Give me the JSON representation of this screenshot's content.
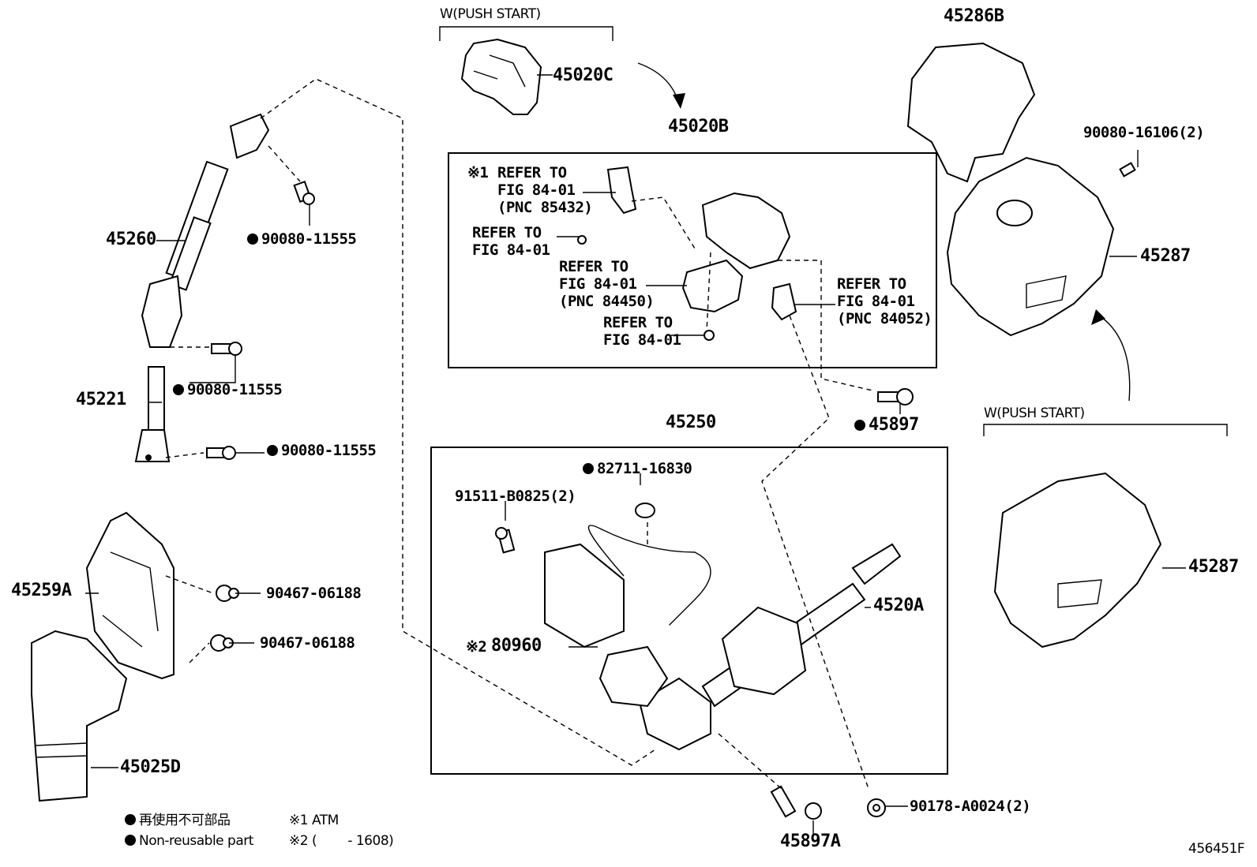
{
  "diagram": {
    "push_start_top": "W(PUSH START)",
    "push_start_right": "W(PUSH START)",
    "parts": {
      "p45020C": "45020C",
      "p45020B": "45020B",
      "p45286B": "45286B",
      "p90080_16106": "90080-16106(2)",
      "p45287a": "45287",
      "p45287b": "45287",
      "p45260": "45260",
      "p90080_11555a": "90080-11555",
      "p90080_11555b": "90080-11555",
      "p90080_11555c": "90080-11555",
      "p45221": "45221",
      "p45259A": "45259A",
      "p90467_a": "90467-06188",
      "p90467_b": "90467-06188",
      "p45025D": "45025D",
      "p45250": "45250",
      "p82711": "82711-16830",
      "p91511": "91511-B0825(2)",
      "p80960": "80960",
      "p4520A": "4520A",
      "p45897": "45897",
      "p45897A": "45897A",
      "p90178": "90178-A0024(2)"
    },
    "refers": {
      "r1_l1": "REFER TO",
      "r1_l2": "FIG 84-01",
      "r1_l3": "(PNC 85432)",
      "r1_mark": "※1",
      "r2_l1": "REFER TO",
      "r2_l2": "FIG 84-01",
      "r3_l1": "REFER TO",
      "r3_l2": "FIG 84-01",
      "r3_l3": "(PNC 84450)",
      "r4_l1": "REFER TO",
      "r4_l2": "FIG 84-01",
      "r5_l1": "REFER TO",
      "r5_l2": "FIG 84-01",
      "r5_l3": "(PNC 84052)"
    },
    "note2_mark": "※2",
    "legend": {
      "jp": "再使用不可部品",
      "en": "Non-reusable part",
      "n1": "※1 ATM",
      "n2": "※2 (        - 1608)"
    },
    "figure_id": "456451F"
  }
}
